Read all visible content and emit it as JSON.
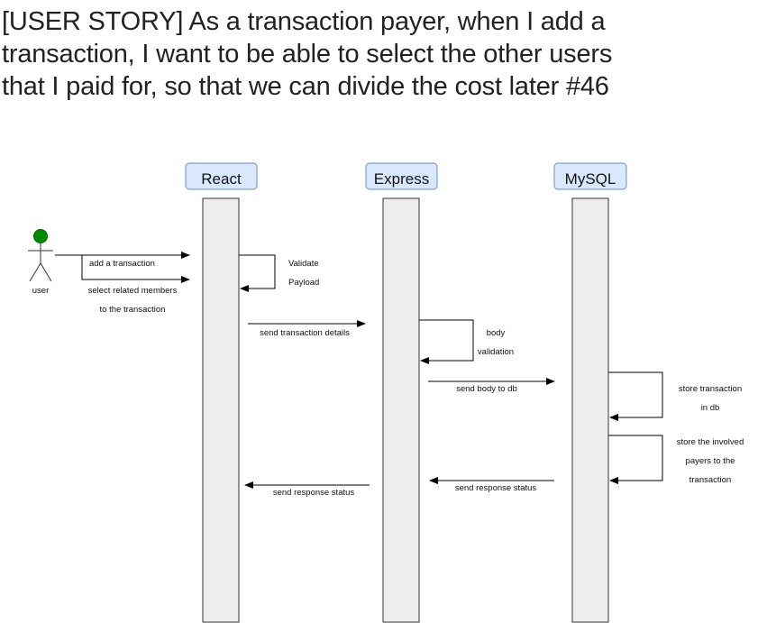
{
  "title": "[USER STORY] As a transaction payer, when I add a transaction, I want to be able to select the other users that I paid for, so that we can divide the cost later #46",
  "colors": {
    "participant_fill": "#dae8fc",
    "participant_border": "#6c8ebf",
    "lifeline_fill": "#eeeeee",
    "actor": "#008a00"
  },
  "actor": {
    "label": "user",
    "icon": "stick-figure-icon"
  },
  "participants": [
    {
      "id": "react",
      "label": "React"
    },
    {
      "id": "express",
      "label": "Express"
    },
    {
      "id": "mysql",
      "label": "MySQL"
    }
  ],
  "messages": {
    "add_transaction": "add a transaction",
    "select_members_line1": "select related members",
    "select_members_line2": "to the transaction",
    "validate_line1": "Validate",
    "validate_line2": "Payload",
    "send_transaction_details": "send transaction details",
    "body_validation_line1": "body",
    "body_validation_line2": "validation",
    "send_body_to_db": "send body to db",
    "store_transaction_line1": "store transaction",
    "store_transaction_line2": "in db",
    "store_payers_line1": "store the involved",
    "store_payers_line2": "payers to the",
    "store_payers_line3": "transaction",
    "response_mysql": "send response status",
    "response_express": "send response status"
  }
}
